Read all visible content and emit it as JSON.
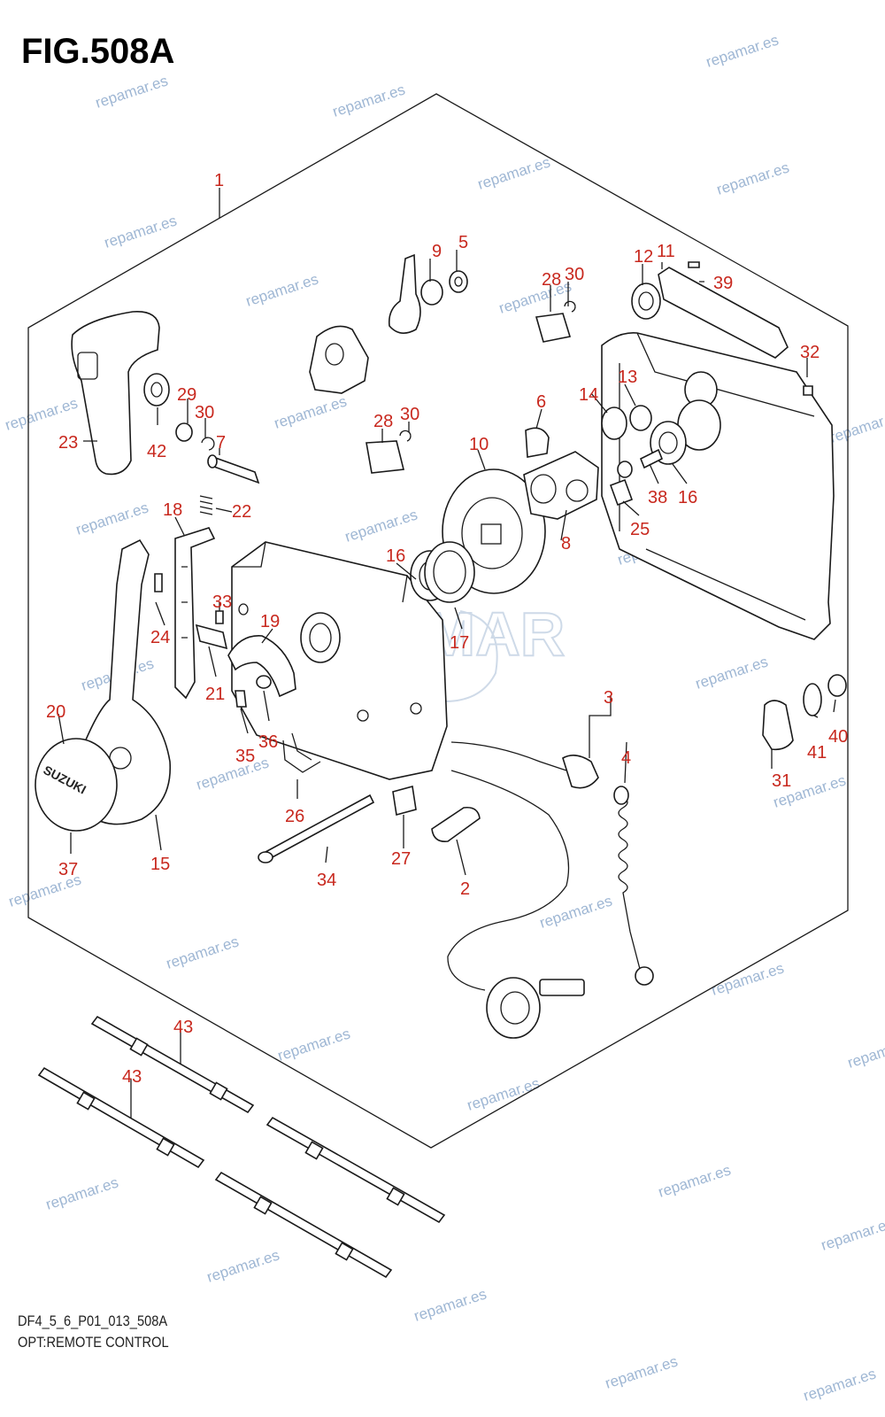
{
  "figure": {
    "title": "FIG.508A",
    "code": "DF4_5_6_P01_013_508A",
    "caption": "OPT:REMOTE CONTROL"
  },
  "watermark": {
    "text": "repamar.es",
    "color": "#9fb7d4"
  },
  "logo": {
    "text": "REPMAR"
  },
  "brand_label": "SUZUKI",
  "callout_color": "#c8281e",
  "callouts": [
    "1",
    "9",
    "5",
    "28",
    "30",
    "12",
    "11",
    "39",
    "32",
    "29",
    "30",
    "7",
    "23",
    "42",
    "28",
    "30",
    "13",
    "14",
    "6",
    "10",
    "38",
    "16",
    "25",
    "8",
    "18",
    "22",
    "16",
    "33",
    "19",
    "24",
    "21",
    "17",
    "20",
    "35",
    "36",
    "3",
    "4",
    "26",
    "31",
    "41",
    "40",
    "37",
    "15",
    "34",
    "27",
    "2",
    "43",
    "43"
  ]
}
